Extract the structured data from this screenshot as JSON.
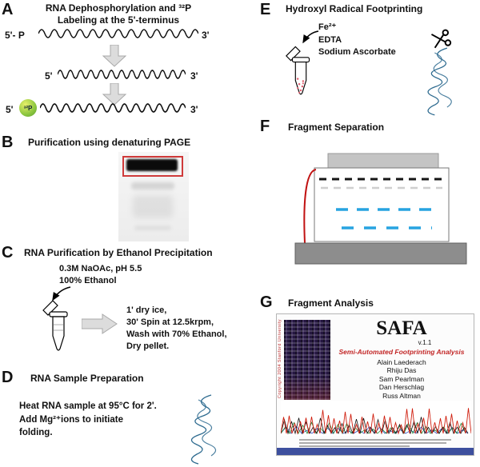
{
  "panels": {
    "a": {
      "label": "A",
      "title_line1": "RNA Dephosphorylation and ³²P",
      "title_line2": "Labeling at the 5'-terminus",
      "strand1_left": "5'- P",
      "strand1_right": "3'",
      "strand2_left": "5'",
      "strand2_right": "3'",
      "strand3_left": "5'",
      "strand3_badge": "³²P",
      "strand3_right": "3'"
    },
    "b": {
      "label": "B",
      "title": "Purification using denaturing PAGE"
    },
    "c": {
      "label": "C",
      "title": "RNA Purification by Ethanol Precipitation",
      "reagent_line1": "0.3M NaOAc, pH 5.5",
      "reagent_line2": "100% Ethanol",
      "step_line1": "1' dry ice,",
      "step_line2": "30' Spin at 12.5krpm,",
      "step_line3": "Wash with 70% Ethanol,",
      "step_line4": "Dry pellet."
    },
    "d": {
      "label": "D",
      "title": "RNA Sample Preparation",
      "text_line1": "Heat RNA sample at 95°C for 2'.",
      "text_line2": "Add Mg²⁺ions to initiate",
      "text_line3": "folding."
    },
    "e": {
      "label": "E",
      "title": "Hydroxyl Radical Footprinting",
      "reagent1": "Fe²⁺",
      "reagent2": "EDTA",
      "reagent3": "Sodium Ascorbate"
    },
    "f": {
      "label": "F",
      "title": "Fragment Separation"
    },
    "g": {
      "label": "G",
      "title": "Fragment Analysis",
      "safa_title": "SAFA",
      "safa_version": "v.1.1",
      "safa_subtitle": "Semi-Automated Footprinting Analysis",
      "authors": [
        "Alain Laederach",
        "Rhiju Das",
        "Sam Pearlman",
        "Dan Herschlag",
        "Russ Altman"
      ],
      "safa_side_text": "Copyright 2004  Stanford University"
    }
  },
  "colors": {
    "accent_red": "#cf3a3a",
    "strand_blue": "#2d6a8f",
    "marker_blue": "#27a3e0",
    "badge_green": "#8cc63f",
    "safa_bottom_bar": "#3d4f9e"
  }
}
